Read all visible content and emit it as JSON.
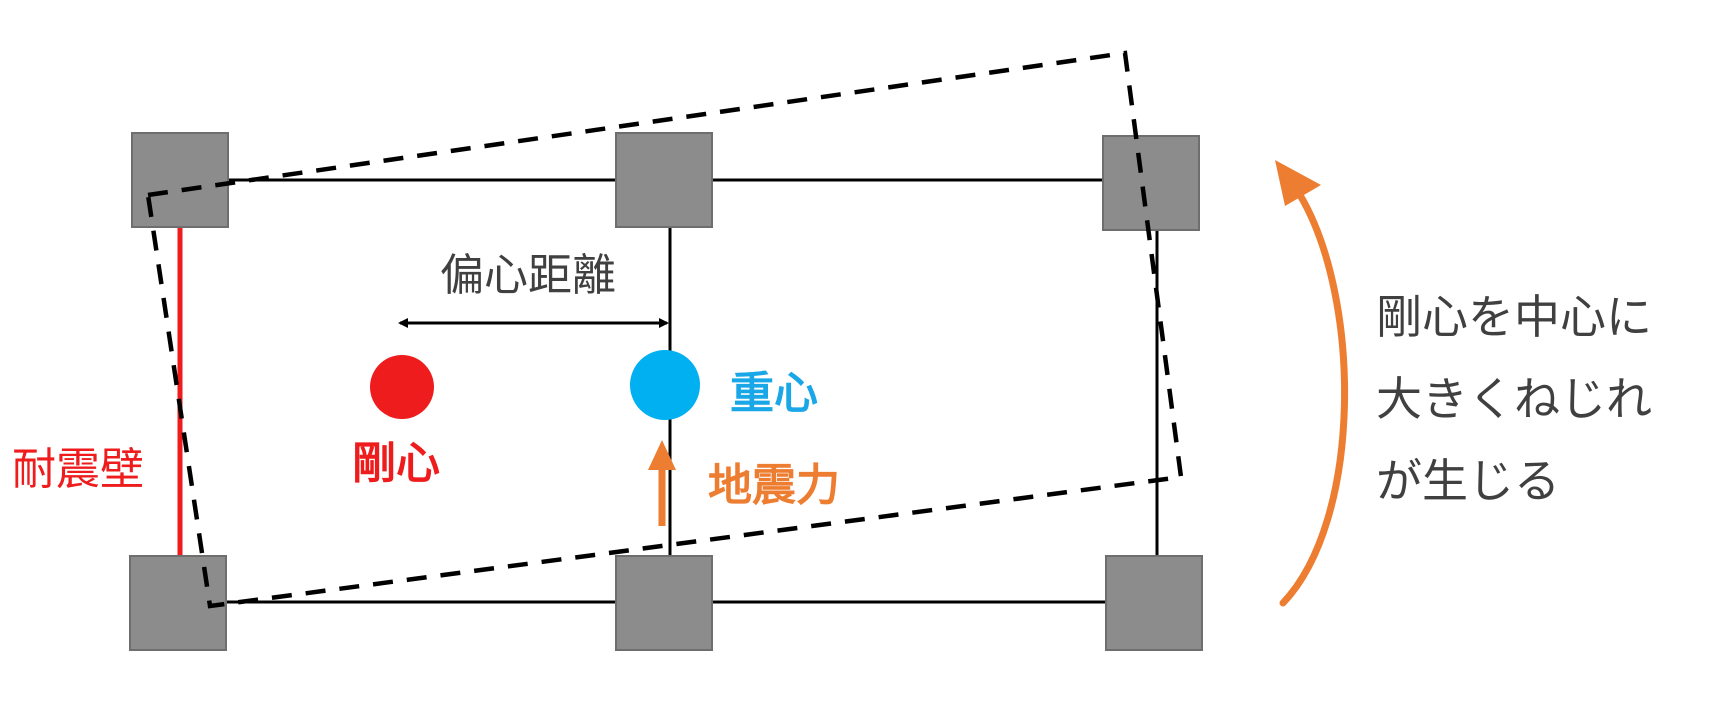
{
  "labels": {
    "seismic_wall": "耐震壁",
    "center_of_rigidity": "剛心",
    "center_of_gravity": "重心",
    "seismic_force": "地震力",
    "eccentric_distance": "偏心距離"
  },
  "description_lines": [
    "剛心を中心に",
    "大きくねじれ",
    "が生じる"
  ],
  "colors": {
    "wall": "#ee1c1c",
    "rigidity": "#ee1c1c",
    "gravity": "#00b0f0",
    "force": "#ed7d31",
    "column": "#8c8c8c",
    "frame": "#000000",
    "text": "#404040"
  },
  "icons": {
    "rotation_arrow": "curved-arrow-up-icon",
    "force_arrow": "arrow-up-icon",
    "dimension_arrow": "double-headed-arrow-icon"
  }
}
